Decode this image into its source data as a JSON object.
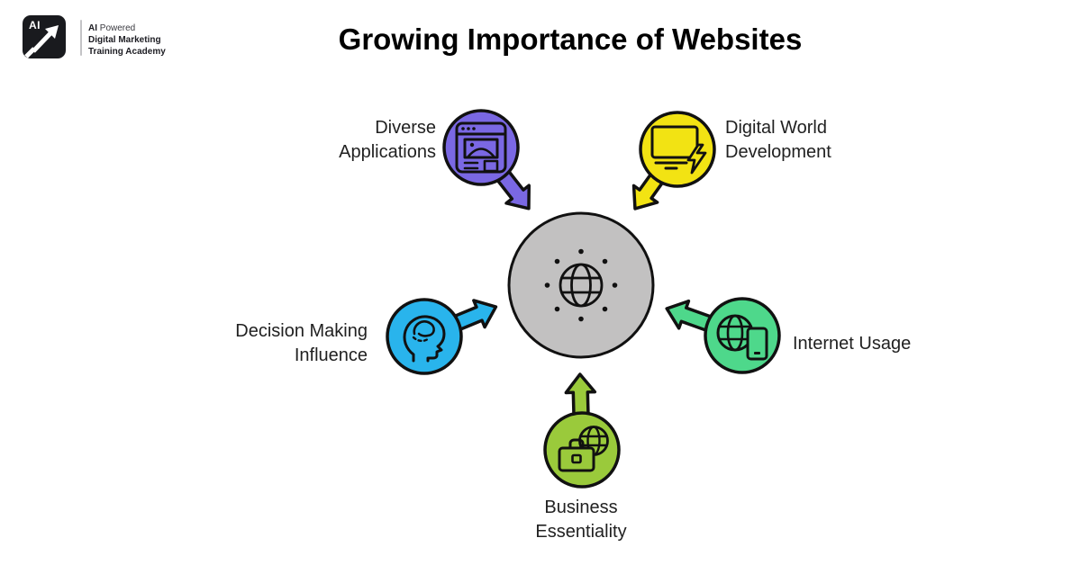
{
  "brand": {
    "mark": "AI",
    "tagline_prefix": "AI",
    "tagline_rest": " Powered",
    "line2": "Digital Marketing",
    "line3": "Training Academy"
  },
  "title": "Growing Importance of Websites",
  "hub": {
    "name": "websites-hub",
    "icon": "globe-icon",
    "color": "#c2c1c1"
  },
  "nodes": [
    {
      "label": "Diverse\nApplications",
      "icon": "browser-window-icon",
      "color": "#7a68e3"
    },
    {
      "label": "Digital World\nDevelopment",
      "icon": "monitor-lightning-icon",
      "color": "#f2e313"
    },
    {
      "label": "Decision Making\nInfluence",
      "icon": "head-brain-icon",
      "color": "#29b4ec"
    },
    {
      "label": "Internet Usage",
      "icon": "globe-smartphone-icon",
      "color": "#4ed88b"
    },
    {
      "label": "Business\nEssentiality",
      "icon": "briefcase-globe-icon",
      "color": "#9aca3b"
    }
  ],
  "diagram": {
    "outline_color": "#111111"
  }
}
